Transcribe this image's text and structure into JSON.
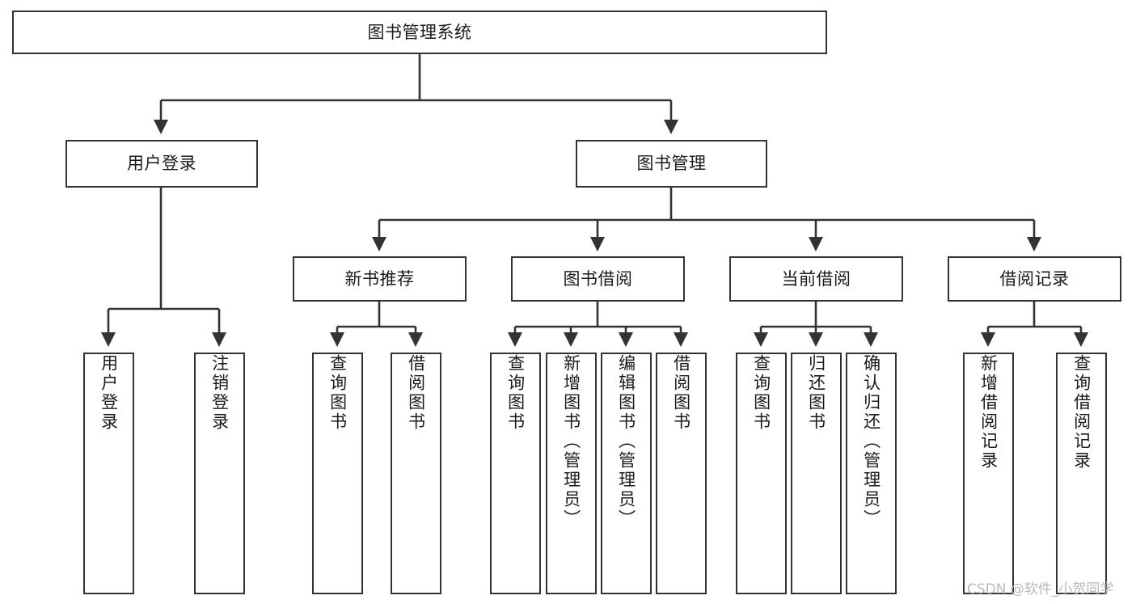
{
  "diagram": {
    "title": "图书管理系统",
    "type": "tree-hierarchy",
    "root": {
      "label": "图书管理系统"
    },
    "level1": [
      {
        "label": "用户登录"
      },
      {
        "label": "图书管理"
      }
    ],
    "level2": [
      {
        "label": "新书推荐",
        "parent": "图书管理"
      },
      {
        "label": "图书借阅",
        "parent": "图书管理"
      },
      {
        "label": "当前借阅",
        "parent": "图书管理"
      },
      {
        "label": "借阅记录",
        "parent": "图书管理"
      }
    ],
    "leaves": {
      "user_login": [
        {
          "label": "用户登录"
        },
        {
          "label": "注销登录"
        }
      ],
      "new_book_recommend": [
        {
          "label": "查询图书"
        },
        {
          "label": "借阅图书"
        }
      ],
      "book_borrow": [
        {
          "label": "查询图书"
        },
        {
          "label": "新增图书（管理员）"
        },
        {
          "label": "编辑图书（管理员）"
        },
        {
          "label": "借阅图书"
        }
      ],
      "current_borrow": [
        {
          "label": "查询图书"
        },
        {
          "label": "归还图书"
        },
        {
          "label": "确认归还（管理员）"
        }
      ],
      "borrow_record": [
        {
          "label": "新增借阅记录"
        },
        {
          "label": "查询借阅记录"
        }
      ]
    }
  },
  "watermark": {
    "text": "CSDN @软件_小贺同学"
  },
  "colors": {
    "box_border": "#333333",
    "box_fill": "#ffffff",
    "connector": "#333333",
    "text": "#1a1a1a",
    "watermark": "#b9b9b9",
    "background": "#ffffff"
  }
}
